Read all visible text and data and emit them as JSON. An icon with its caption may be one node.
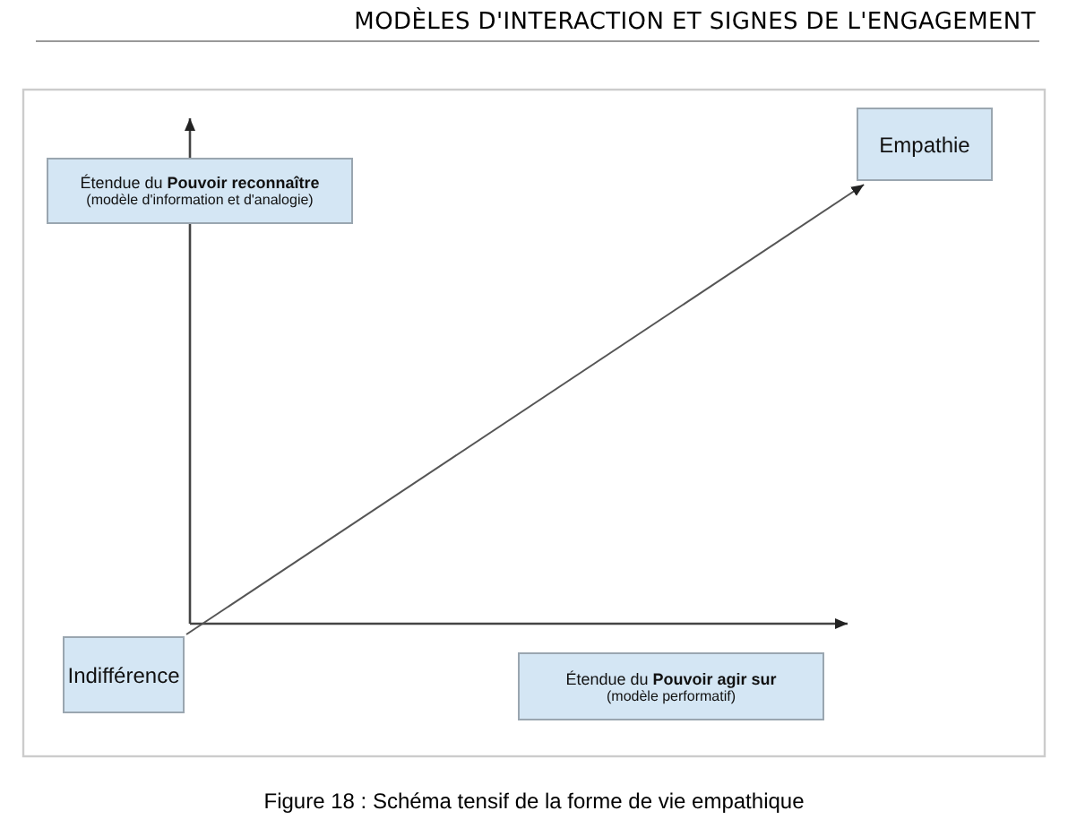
{
  "diagram": {
    "caption": "Figure 18 : Schéma tensif de la forme de vie empathique",
    "nodes": [
      {
        "text": [
          "Empathie"
        ]
      },
      {
        "text": [
          "Étendue du **Pouvoir reconnaître**",
          "(modèle d'information et d'analogie)"
        ]
      },
      {
        "text": [
          "Indifférence"
        ]
      },
      {
        "text": [
          "Étendue du **Pouvoir agir sur**",
          "(modèle performatif)"
        ]
      }
    ],
    "edges": [
      {
        "from": 2,
        "to": 0,
        "arrow": "to"
      }
    ],
    "labels": [
      "MODÈLES D'INTERACTION ET SIGNES DE L'ENGAGEMENT"
    ]
  }
}
